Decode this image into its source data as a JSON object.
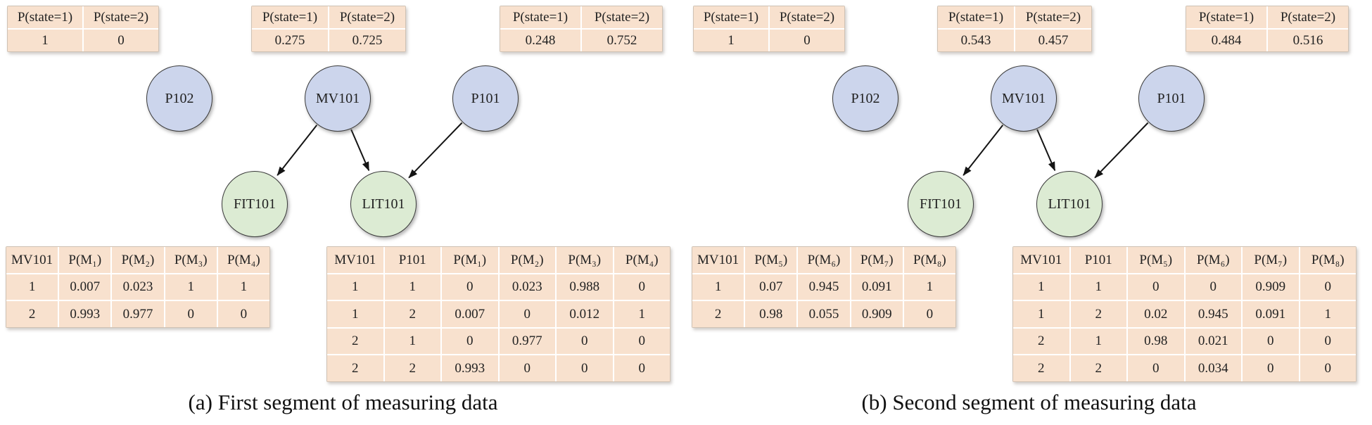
{
  "figure": {
    "colors": {
      "table_fill": "#f8e1ce",
      "state_node_fill": "#ccd5ec",
      "measurement_node_fill": "#dcebd3",
      "node_border": "#3a3a3a",
      "edge_color": "#141414",
      "text_color": "#222222"
    },
    "panels": [
      {
        "label": "a",
        "caption": "(a) First segment of measuring data",
        "prior_tables": [
          {
            "node": "P102",
            "headers": [
              "P(state=1)",
              "P(state=2)"
            ],
            "values": [
              "1",
              "0"
            ]
          },
          {
            "node": "MV101",
            "headers": [
              "P(state=1)",
              "P(state=2)"
            ],
            "values": [
              "0.275",
              "0.725"
            ]
          },
          {
            "node": "P101",
            "headers": [
              "P(state=1)",
              "P(state=2)"
            ],
            "values": [
              "0.248",
              "0.752"
            ]
          }
        ],
        "nodes": [
          {
            "id": "P102",
            "kind": "state"
          },
          {
            "id": "MV101",
            "kind": "state"
          },
          {
            "id": "P101",
            "kind": "state"
          },
          {
            "id": "FIT101",
            "kind": "measurement"
          },
          {
            "id": "LIT101",
            "kind": "measurement"
          }
        ],
        "edges": [
          [
            "MV101",
            "FIT101"
          ],
          [
            "MV101",
            "LIT101"
          ],
          [
            "P101",
            "LIT101"
          ]
        ],
        "cpt_tables": [
          {
            "node": "FIT101",
            "headers": [
              "MV101",
              "P(M₁)",
              "P(M₂)",
              "P(M₃)",
              "P(M₄)"
            ],
            "rows": [
              [
                "1",
                "0.007",
                "0.023",
                "1",
                "1"
              ],
              [
                "2",
                "0.993",
                "0.977",
                "0",
                "0"
              ]
            ]
          },
          {
            "node": "LIT101",
            "headers": [
              "MV101",
              "P101",
              "P(M₁)",
              "P(M₂)",
              "P(M₃)",
              "P(M₄)"
            ],
            "rows": [
              [
                "1",
                "1",
                "0",
                "0.023",
                "0.988",
                "0"
              ],
              [
                "1",
                "2",
                "0.007",
                "0",
                "0.012",
                "1"
              ],
              [
                "2",
                "1",
                "0",
                "0.977",
                "0",
                "0"
              ],
              [
                "2",
                "2",
                "0.993",
                "0",
                "0",
                "0"
              ]
            ]
          }
        ]
      },
      {
        "label": "b",
        "caption": "(b) Second segment of measuring data",
        "prior_tables": [
          {
            "node": "P102",
            "headers": [
              "P(state=1)",
              "P(state=2)"
            ],
            "values": [
              "1",
              "0"
            ]
          },
          {
            "node": "MV101",
            "headers": [
              "P(state=1)",
              "P(state=2)"
            ],
            "values": [
              "0.543",
              "0.457"
            ]
          },
          {
            "node": "P101",
            "headers": [
              "P(state=1)",
              "P(state=2)"
            ],
            "values": [
              "0.484",
              "0.516"
            ]
          }
        ],
        "nodes": [
          {
            "id": "P102",
            "kind": "state"
          },
          {
            "id": "MV101",
            "kind": "state"
          },
          {
            "id": "P101",
            "kind": "state"
          },
          {
            "id": "FIT101",
            "kind": "measurement"
          },
          {
            "id": "LIT101",
            "kind": "measurement"
          }
        ],
        "edges": [
          [
            "MV101",
            "FIT101"
          ],
          [
            "MV101",
            "LIT101"
          ],
          [
            "P101",
            "LIT101"
          ]
        ],
        "cpt_tables": [
          {
            "node": "FIT101",
            "headers": [
              "MV101",
              "P(M₅)",
              "P(M₆)",
              "P(M₇)",
              "P(M₈)"
            ],
            "rows": [
              [
                "1",
                "0.07",
                "0.945",
                "0.091",
                "1"
              ],
              [
                "2",
                "0.98",
                "0.055",
                "0.909",
                "0"
              ]
            ]
          },
          {
            "node": "LIT101",
            "headers": [
              "MV101",
              "P101",
              "P(M₅)",
              "P(M₆)",
              "P(M₇)",
              "P(M₈)"
            ],
            "rows": [
              [
                "1",
                "1",
                "0",
                "0",
                "0.909",
                "0"
              ],
              [
                "1",
                "2",
                "0.02",
                "0.945",
                "0.091",
                "1"
              ],
              [
                "2",
                "1",
                "0.98",
                "0.021",
                "0",
                "0"
              ],
              [
                "2",
                "2",
                "0",
                "0.034",
                "0",
                "0"
              ]
            ]
          }
        ]
      }
    ]
  }
}
